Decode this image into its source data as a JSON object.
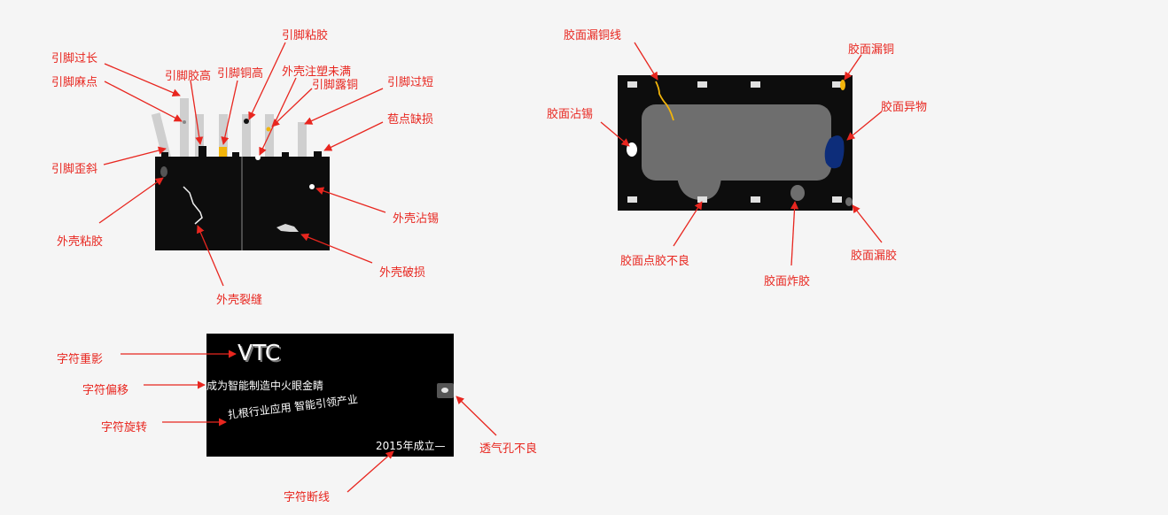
{
  "panel1": {
    "labels": {
      "pin_too_long": "引脚过长",
      "pin_pitting": "引脚麻点",
      "pin_glue_high": "引脚胶高",
      "pin_copper_high": "引脚铜高",
      "pin_sticky_glue": "引脚粘胶",
      "shell_molding_short": "外壳注塑未满",
      "pin_exposed_copper": "引脚露铜",
      "pin_too_short": "引脚过短",
      "pad_missing": "苞点缺损",
      "pin_skew": "引脚歪斜",
      "shell_sticky_glue": "外壳粘胶",
      "shell_tin": "外壳沾锡",
      "shell_damage": "外壳破损",
      "shell_crack": "外壳裂缝"
    }
  },
  "panel2": {
    "labels": {
      "glue_leak_copper_wire": "胶面漏铜线",
      "glue_leak_copper": "胶面漏铜",
      "glue_tin": "胶面沾锡",
      "glue_foreign": "胶面异物",
      "glue_dispense_bad": "胶面点胶不良",
      "glue_burst": "胶面炸胶",
      "glue_leak": "胶面漏胶"
    }
  },
  "panel3": {
    "labels": {
      "char_ghost": "字符重影",
      "char_offset": "字符偏移",
      "char_rotate": "字符旋转",
      "char_break": "字符断线",
      "vent_bad": "透气孔不良"
    },
    "board_text": {
      "logo": "VTC",
      "line1": "成为智能制造中火眼金睛",
      "line2": "扎根行业应用 智能引领产业",
      "line3": "2015年成立—"
    }
  },
  "colors": {
    "label": "#e8261f",
    "arrow": "#e8261f",
    "device": "#0d0d0d",
    "pin": "#cfcfcf",
    "glue_area": "#6e6e6e",
    "foreign": "#0d2d7a",
    "copper": "#f2b40a",
    "background": "#f5f5f5"
  }
}
